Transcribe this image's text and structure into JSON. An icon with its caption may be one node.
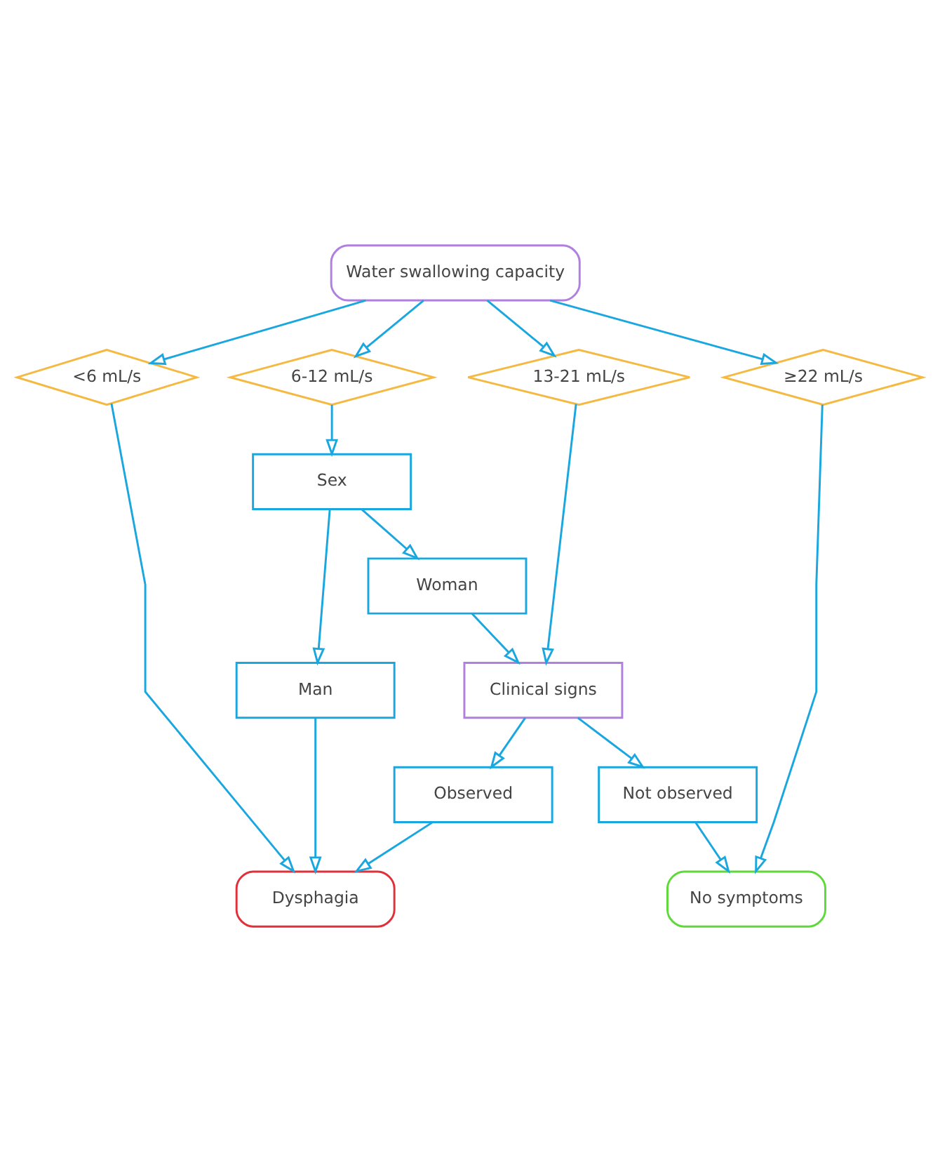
{
  "diagram": {
    "nodes": [
      {
        "text": [
          "Water swallowing capacity"
        ]
      },
      {
        "text": [
          "<6 mL/s"
        ]
      },
      {
        "text": [
          "6-12 mL/s"
        ]
      },
      {
        "text": [
          "13-21 mL/s"
        ]
      },
      {
        "text": [
          "≥22 mL/s"
        ]
      },
      {
        "text": [
          "Sex"
        ]
      },
      {
        "text": [
          "Man"
        ]
      },
      {
        "text": [
          "Woman"
        ]
      },
      {
        "text": [
          "Clinical signs"
        ]
      },
      {
        "text": [
          "Observed"
        ]
      },
      {
        "text": [
          "Not observed"
        ]
      },
      {
        "text": [
          "Dysphagia"
        ]
      },
      {
        "text": [
          "No symptoms"
        ]
      }
    ],
    "edges": [
      {
        "from": 0,
        "to": 1,
        "arrow": "to"
      },
      {
        "from": 0,
        "to": 2,
        "arrow": "to"
      },
      {
        "from": 0,
        "to": 3,
        "arrow": "to"
      },
      {
        "from": 0,
        "to": 4,
        "arrow": "to"
      },
      {
        "from": 2,
        "to": 5,
        "arrow": "to"
      },
      {
        "from": 5,
        "to": 6,
        "arrow": "to"
      },
      {
        "from": 5,
        "to": 7,
        "arrow": "to"
      },
      {
        "from": 1,
        "to": 11,
        "arrow": "to"
      },
      {
        "from": 6,
        "to": 11,
        "arrow": "to"
      },
      {
        "from": 7,
        "to": 8,
        "arrow": "to"
      },
      {
        "from": 3,
        "to": 8,
        "arrow": "to"
      },
      {
        "from": 8,
        "to": 9,
        "arrow": "to"
      },
      {
        "from": 8,
        "to": 10,
        "arrow": "to"
      },
      {
        "from": 9,
        "to": 11,
        "arrow": "to"
      },
      {
        "from": 10,
        "to": 12,
        "arrow": "to"
      },
      {
        "from": 4,
        "to": 12,
        "arrow": "to"
      }
    ]
  }
}
